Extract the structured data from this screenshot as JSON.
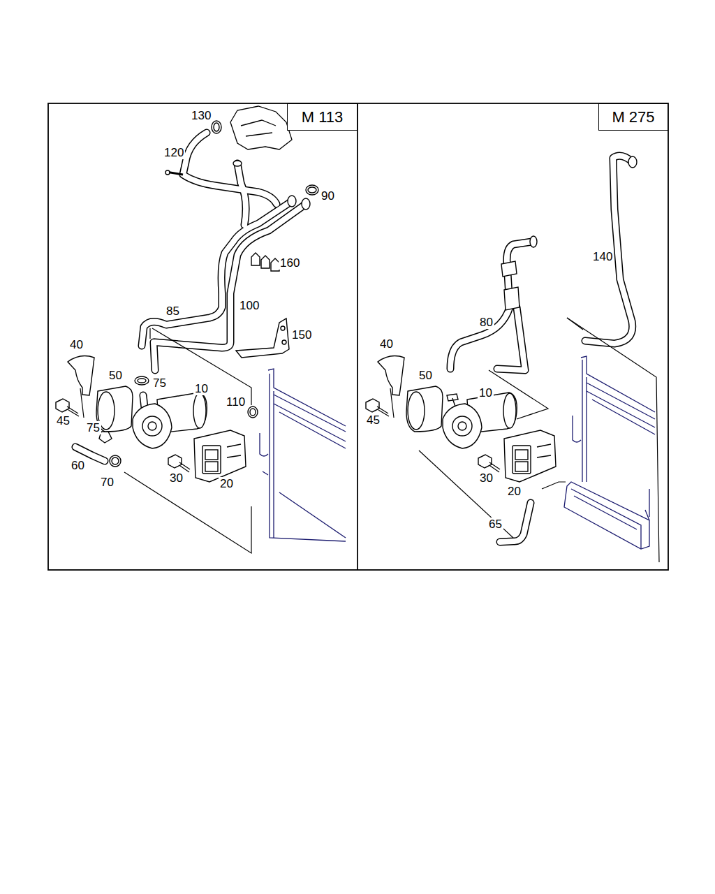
{
  "diagram": {
    "nodes": [
      {
        "text": [
          "M 113"
        ]
      },
      {
        "text": [
          "M 275"
        ]
      }
    ],
    "labels": [
      "130",
      "120",
      "90",
      "160",
      "100",
      "85",
      "150",
      "40",
      "50",
      "75",
      "10",
      "110",
      "45",
      "75",
      "60",
      "70",
      "30",
      "20",
      "140",
      "80",
      "40",
      "50",
      "10",
      "45",
      "30",
      "20",
      "65"
    ]
  }
}
